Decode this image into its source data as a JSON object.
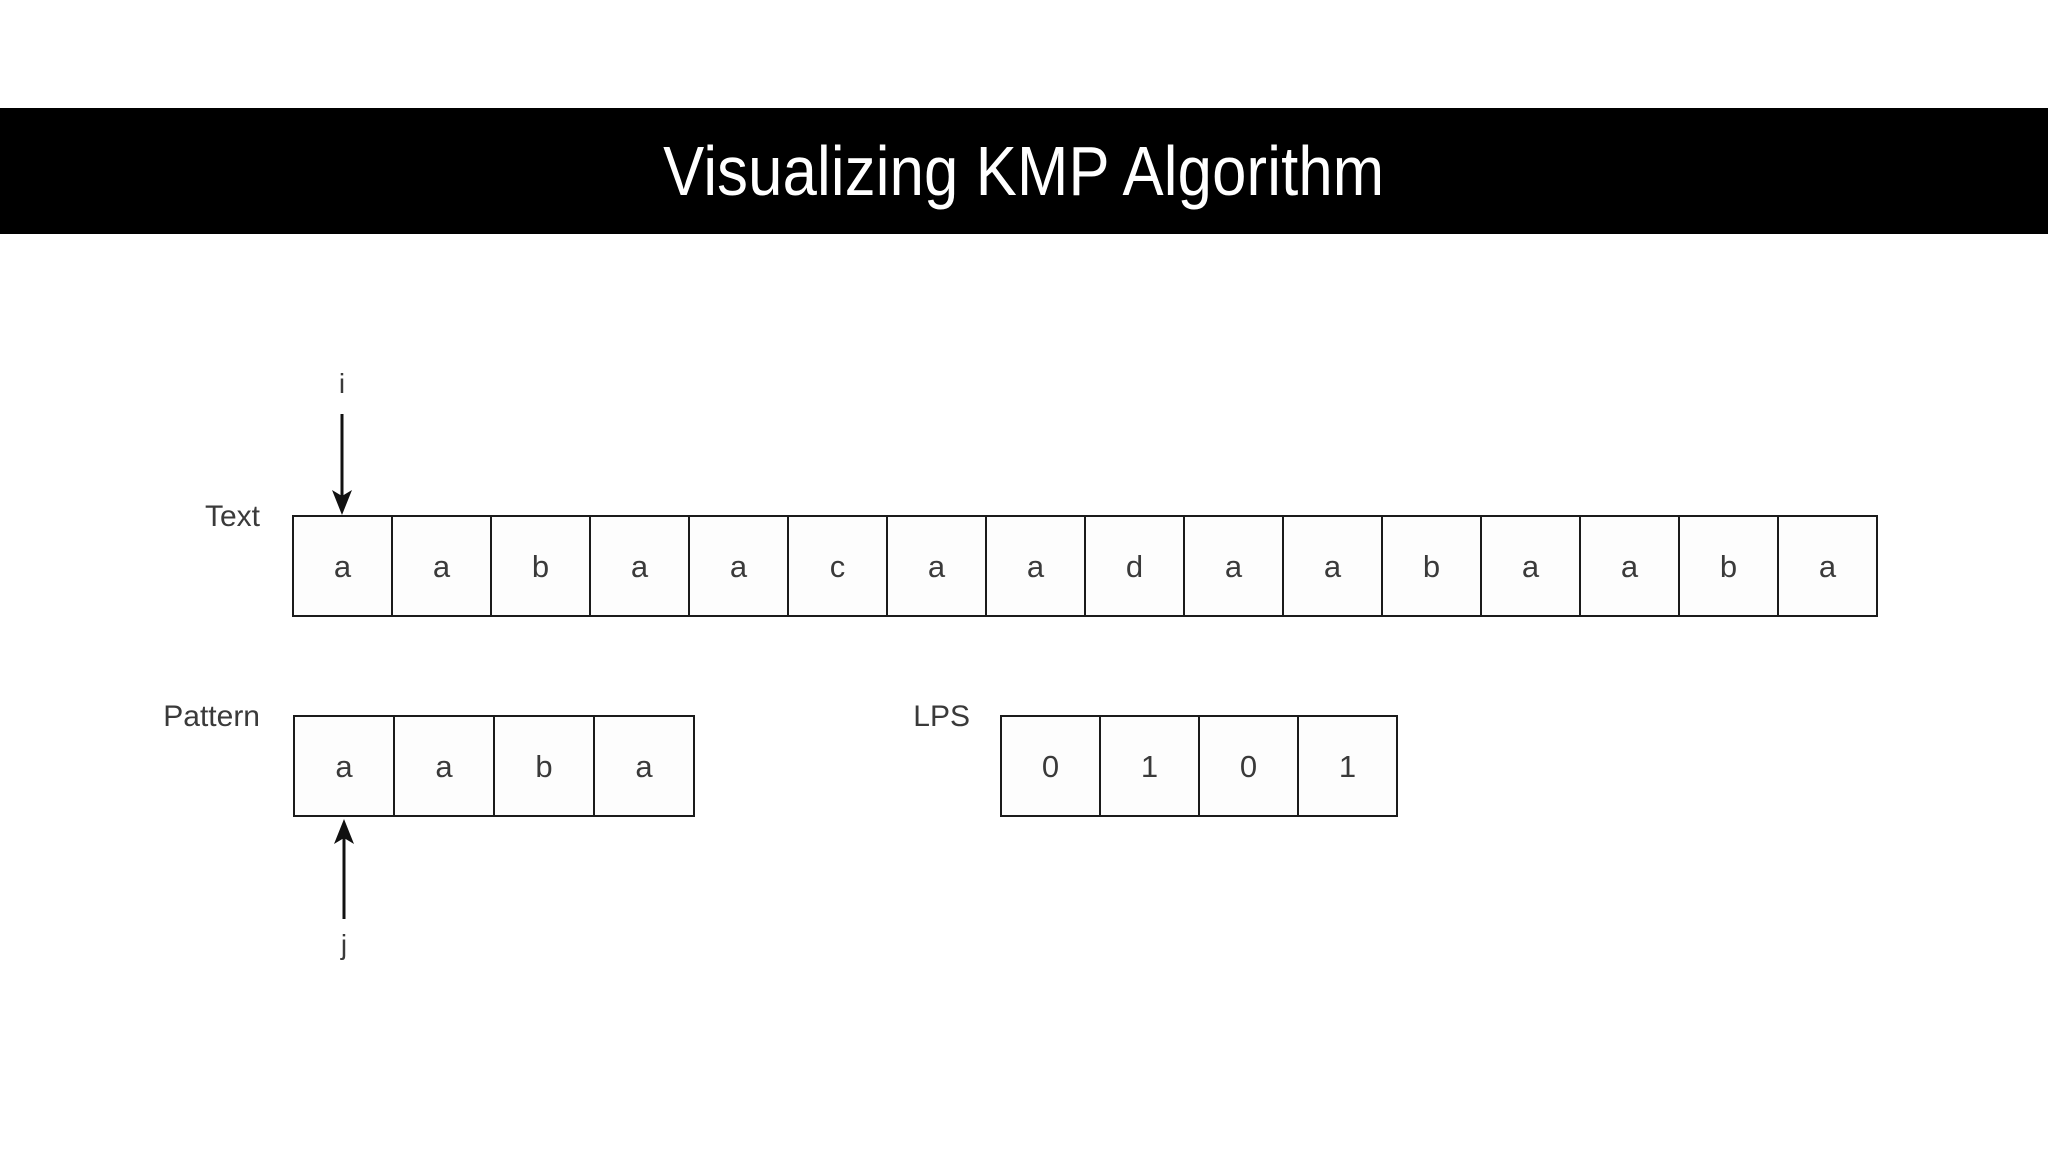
{
  "title": {
    "text": "Visualizing KMP Algorithm",
    "background_color": "#000000",
    "text_color": "#ffffff"
  },
  "diagram": {
    "text_row": {
      "label": "Text",
      "cells": [
        "a",
        "a",
        "b",
        "a",
        "a",
        "c",
        "a",
        "a",
        "d",
        "a",
        "a",
        "b",
        "a",
        "a",
        "b",
        "a"
      ]
    },
    "pattern_row": {
      "label": "Pattern",
      "cells": [
        "a",
        "a",
        "b",
        "a"
      ]
    },
    "lps_row": {
      "label": "LPS",
      "cells": [
        "0",
        "1",
        "0",
        "1"
      ]
    },
    "pointers": {
      "i": {
        "label": "i",
        "direction": "down",
        "target_index": 0,
        "target_row": "text"
      },
      "j": {
        "label": "j",
        "direction": "up",
        "target_index": 0,
        "target_row": "pattern"
      }
    },
    "colors": {
      "cell_border": "#1b1b1b",
      "cell_fill": "#fdfdfd",
      "text_color": "#3a3a3a",
      "arrow_color": "#111111",
      "page_background": "#ffffff"
    }
  }
}
